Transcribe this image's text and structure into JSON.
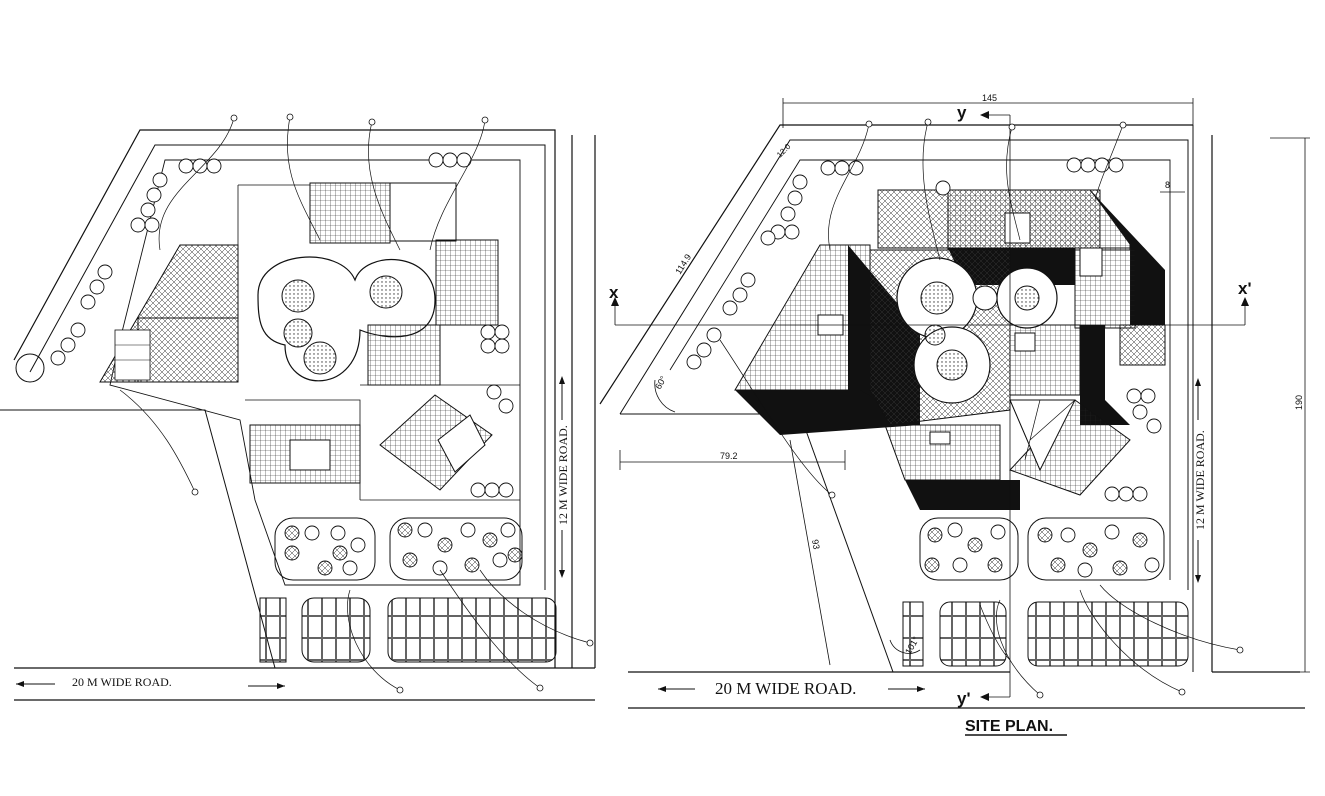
{
  "left_plan": {
    "road_bottom_label": "20 M WIDE ROAD.",
    "road_right_label": "12 M WIDE ROAD."
  },
  "right_plan": {
    "road_bottom_label": "20 M WIDE ROAD.",
    "road_right_label": "12 M WIDE ROAD.",
    "dim_top": "145",
    "dim_right": "190",
    "dim_diagonal": "114.9",
    "dim_corner": "12.0",
    "dim_left_bottom": "79.2",
    "dim_offset": "93",
    "dim_top_small": "8",
    "angle_left": "60°",
    "angle_bottom": "101°",
    "section_x": "x",
    "section_x_prime": "x'",
    "section_y": "y",
    "section_y_prime": "y'",
    "title": "SITE PLAN."
  }
}
